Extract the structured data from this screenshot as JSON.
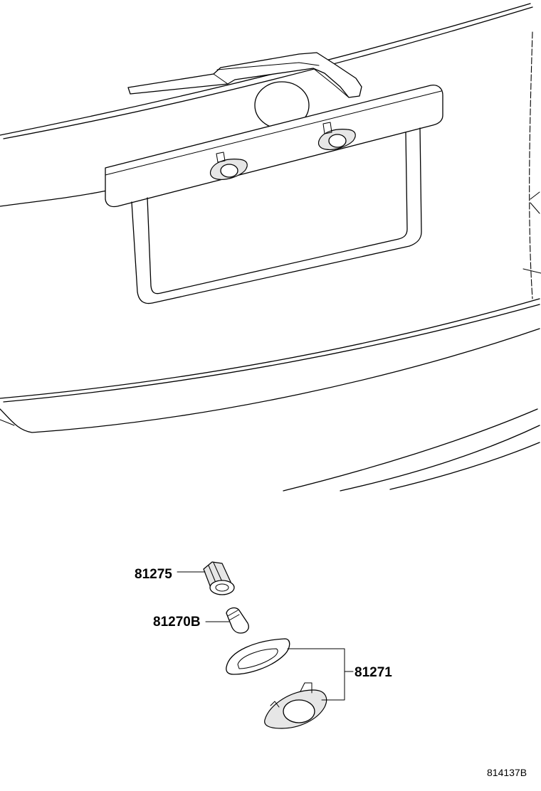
{
  "callouts": [
    {
      "id": "socket",
      "label": "81275"
    },
    {
      "id": "bulb",
      "label": "81270B"
    },
    {
      "id": "lamp-assy",
      "label": "81271"
    }
  ],
  "figure_number": "814137B",
  "colors": {
    "line": "#000000",
    "background": "#ffffff",
    "part_fill": "#e6e6e6"
  }
}
